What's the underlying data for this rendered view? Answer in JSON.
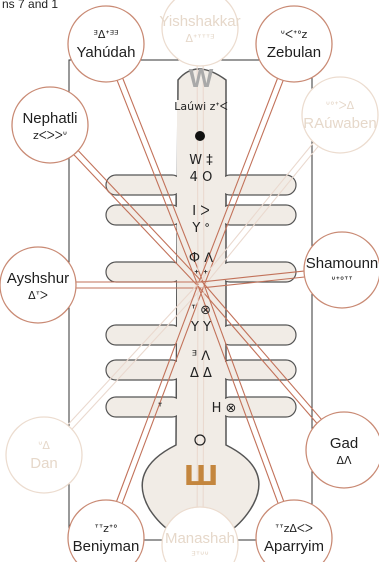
{
  "caption": "ns 7 and 1",
  "tribes": [
    {
      "id": "yahudah",
      "name": "Yahúdah",
      "script": "ᴲᐃᐩᴲᴲ",
      "faded": false
    },
    {
      "id": "yishshakkar",
      "name": "Yishshakkar",
      "script": "ᐃᐩᐪᐪᐪᴲ",
      "faded": true
    },
    {
      "id": "zebulan",
      "name": "Zebulan",
      "script": "ᐡᐸᐩᐤᴢ",
      "faded": false
    },
    {
      "id": "nephatli",
      "name": "Nephatli",
      "script": "ᴢᐸᐳᐳᐡ",
      "faded": false
    },
    {
      "id": "rauwaben",
      "name": "RAúwaben",
      "script": "ᐡᐤᐩᐳᐃ",
      "faded": true
    },
    {
      "id": "ayshshur",
      "name": "Ayshshur",
      "script": "ᐃᐪᐳ",
      "faded": false
    },
    {
      "id": "shamounn",
      "name": "Shamounn",
      "script": "ᐡᐩᐤᐪᐪ",
      "faded": false
    },
    {
      "id": "dan",
      "name": "Dan",
      "script": "ᐡᐃ",
      "faded": true
    },
    {
      "id": "gad",
      "name": "Gad",
      "script": "ᐃᐱ",
      "faded": false
    },
    {
      "id": "beniyman",
      "name": "Beniyman",
      "script": "ᐪᐪᴢᐩᐤ",
      "faded": false
    },
    {
      "id": "manashah",
      "name": "Manashah",
      "script": "ᴲᐪᐡᐡ",
      "faded": true
    },
    {
      "id": "aparryim",
      "name": "Aparryim",
      "script": "ᐪᐪᴢᐃᐸᐳ",
      "faded": false
    }
  ],
  "staff": {
    "top_glyph": "W",
    "label": "Laúwi ᴢᐩᐸ",
    "pairs": [
      "W ‡",
      "4 O",
      "I ᐳ",
      "Y ᐤ",
      "Ф ᐱ",
      "ᐩ ᐩ",
      "ᐪ ⊗",
      "Y Y",
      "ᴲ ᐱ",
      "Δ Δ"
    ],
    "side_left": "ᐪ",
    "side_right": "H ⊗",
    "bottom_glyph": "Ш"
  },
  "colors": {
    "line": "#c2725a",
    "circle_stroke": "#c98a74",
    "staff_fill": "#f1ece6",
    "staff_stroke": "#555555",
    "faded_text": "#e6d8ca",
    "accent_gold": "#c4863e",
    "w_gray": "#a9a9a9"
  }
}
